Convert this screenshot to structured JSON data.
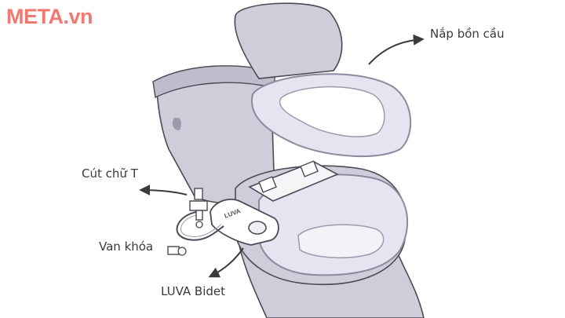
{
  "watermark": {
    "text": "META.vn",
    "color": "#f07a72"
  },
  "labels": {
    "lid": "Nắp bồn cầu",
    "t_joint": "Cút chữ T",
    "valve": "Van khóa",
    "bidet": "LUVA Bidet"
  },
  "device": {
    "brand": "LUVA"
  },
  "colors": {
    "toilet_body": "#cfcdd9",
    "toilet_shadow": "#bfbdcb",
    "seat": "#e6e4f1",
    "seat_edge": "#8c8a9c",
    "outline": "#4a4a55",
    "bidet_body": "#ffffff",
    "arrow": "#3a3a3a"
  }
}
